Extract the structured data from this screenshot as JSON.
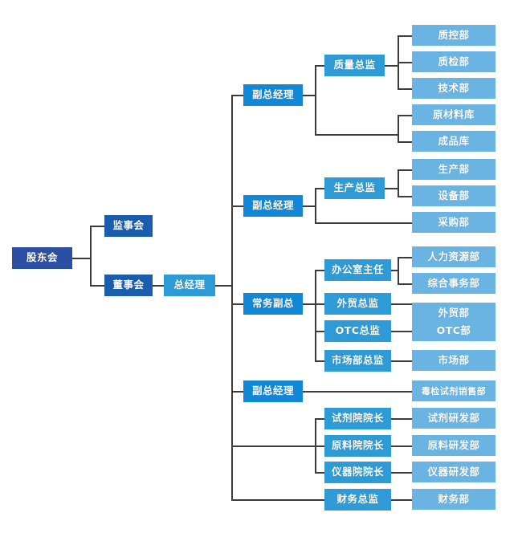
{
  "diagram": {
    "type": "organization-chart",
    "title": "",
    "colors": {
      "root": "#2B4FA2",
      "board": "#1A5CAD",
      "general_manager": "#2E9BD6",
      "vice_president": "#1187D6",
      "director": "#2E9BD6",
      "department": "#6AB4E4",
      "connector": "#3C3C3C",
      "background": "#FFFFFF"
    },
    "nodes": {
      "shareholders": "股东会",
      "supervisors": "监事会",
      "board": "董事会",
      "general_manager": "总经理",
      "vp_quality": "副总经理",
      "vp_production": "副总经理",
      "exec_vp": "常务副总",
      "vp_sales": "副总经理",
      "dir_quality": "质量总监",
      "dir_production": "生产总监",
      "dir_office": "办公室主任",
      "dir_foreign_trade": "外贸总监",
      "dir_otc": "OTC总监",
      "dir_market": "市场部总监",
      "dean_reagent": "试剂院院长",
      "dean_material": "原料院院长",
      "dean_instrument": "仪器院院长",
      "dir_finance": "财务总监",
      "dept_qc": "质控部",
      "dept_qa": "质检部",
      "dept_tech": "技术部",
      "dept_raw_warehouse": "原材料库",
      "dept_finished_warehouse": "成品库",
      "dept_production": "生产部",
      "dept_equipment": "设备部",
      "dept_purchasing": "采购部",
      "dept_hr": "人力资源部",
      "dept_general_affairs": "综合事务部",
      "dept_foreign_trade": "外贸部",
      "dept_otc": "OTC部",
      "dept_market": "市场部",
      "dept_drug_test_sales": "毒检试剂销售部",
      "dept_reagent_rd": "试剂研发部",
      "dept_material_rd": "原料研发部",
      "dept_instrument_rd": "仪器研发部",
      "dept_finance": "财务部"
    }
  }
}
